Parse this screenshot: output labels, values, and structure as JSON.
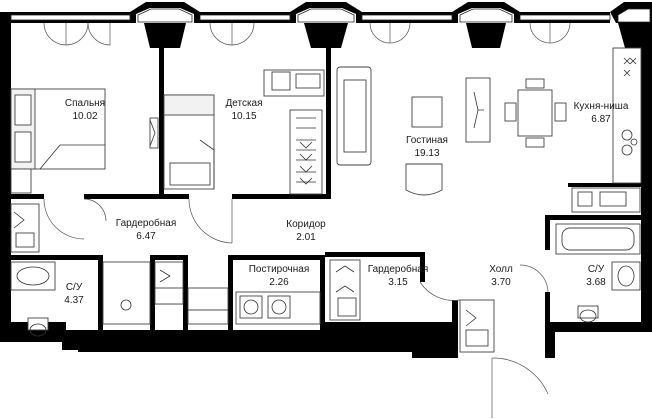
{
  "rooms": {
    "bedroom": {
      "name": "Спальня",
      "area": "10.02"
    },
    "kids": {
      "name": "Детская",
      "area": "10.15"
    },
    "living": {
      "name": "Гостиная",
      "area": "19.13"
    },
    "kitchen": {
      "name": "Кухня-ниша",
      "area": "6.87"
    },
    "wardrobe_left": {
      "name": "Гардеробная",
      "area": "6.47"
    },
    "corridor": {
      "name": "Коридор",
      "area": "2.01"
    },
    "bath_left": {
      "name": "С/У",
      "area": "4.37"
    },
    "laundry": {
      "name": "Постирочная",
      "area": "2.26"
    },
    "wardrobe_right": {
      "name": "Гардеробная",
      "area": "3.15"
    },
    "hall": {
      "name": "Холл",
      "area": "3.70"
    },
    "bath_right": {
      "name": "С/У",
      "area": "3.68"
    }
  }
}
